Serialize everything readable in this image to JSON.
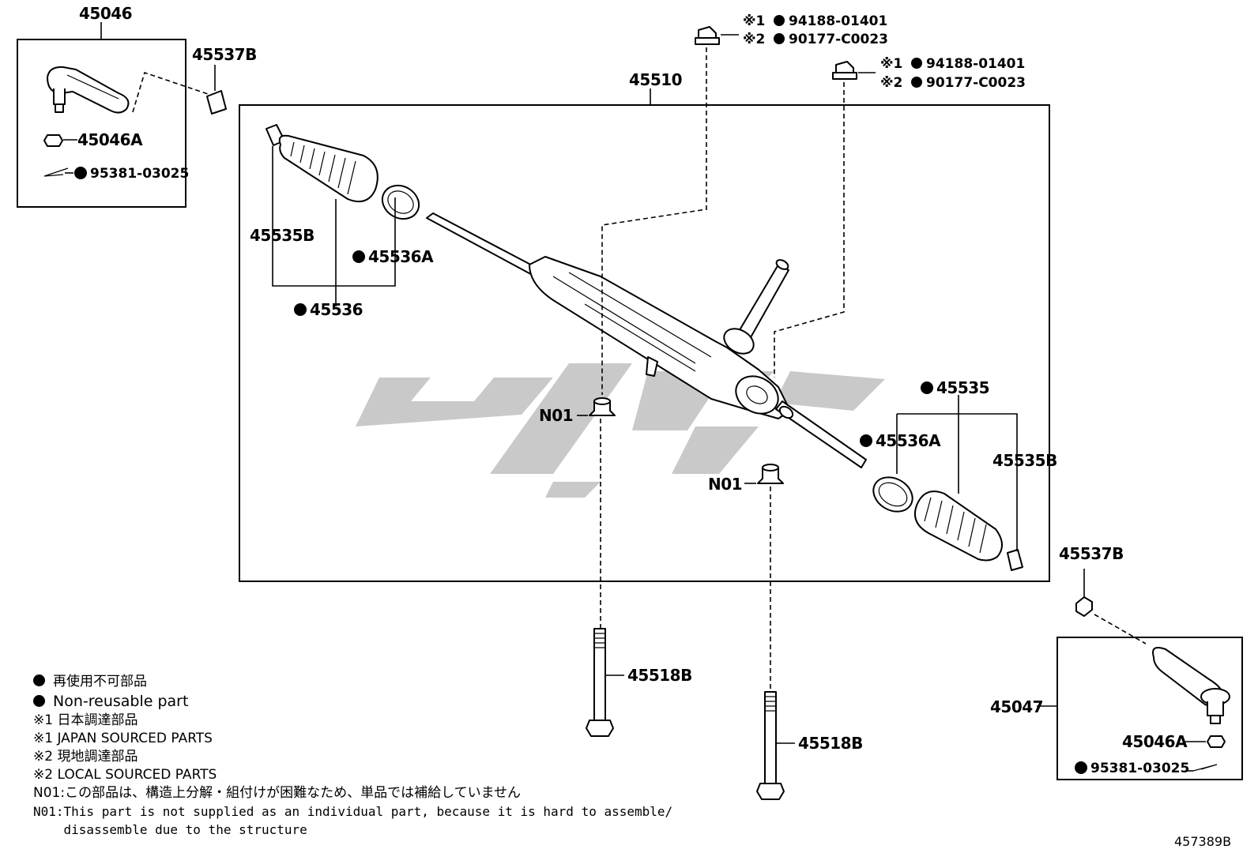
{
  "labels": {
    "box_left": "45046",
    "box_right": "45047",
    "rack": "45510",
    "cap_top_left": "45537B",
    "cap_right": "45537B",
    "nut_left": "45046A",
    "nut_right": "45046A",
    "pin_left": "95381-03025",
    "pin_right": "95381-03025",
    "clip_left": "45535B",
    "clip_right": "45535B",
    "clamp_left": "45536A",
    "clamp_right": "45536A",
    "boot_left": "45536",
    "boot_right": "45535",
    "bushing_left": "N01",
    "bushing_right": "N01",
    "bolt_left": "45518B",
    "bolt_right": "45518B",
    "nut1_a": "94188-01401",
    "nut1_b": "90177-C0023",
    "nut2_a": "94188-01401",
    "nut2_b": "90177-C0023",
    "mark1": "※1",
    "mark2": "※2"
  },
  "legend": [
    {
      "dot": true,
      "text": "再使用不可部品"
    },
    {
      "dot": true,
      "text": "Non-reusable part"
    },
    {
      "dot": false,
      "text": "※1 日本調達部品"
    },
    {
      "dot": false,
      "text": "※1 JAPAN SOURCED PARTS"
    },
    {
      "dot": false,
      "text": "※2 現地調達部品"
    },
    {
      "dot": false,
      "text": "※2 LOCAL SOURCED PARTS"
    },
    {
      "dot": false,
      "text": "N01:この部品は、構造上分解・組付けが困難なため、単品では補給していません"
    },
    {
      "dot": false,
      "text": "N01:This part is not supplied as an individual part, because it is hard to assemble/"
    },
    {
      "dot": false,
      "text": "    disassemble due to the structure"
    }
  ],
  "reference": "457389B",
  "colors": {
    "line": "#000000",
    "watermark": "#c9c9c9",
    "background": "#ffffff"
  }
}
